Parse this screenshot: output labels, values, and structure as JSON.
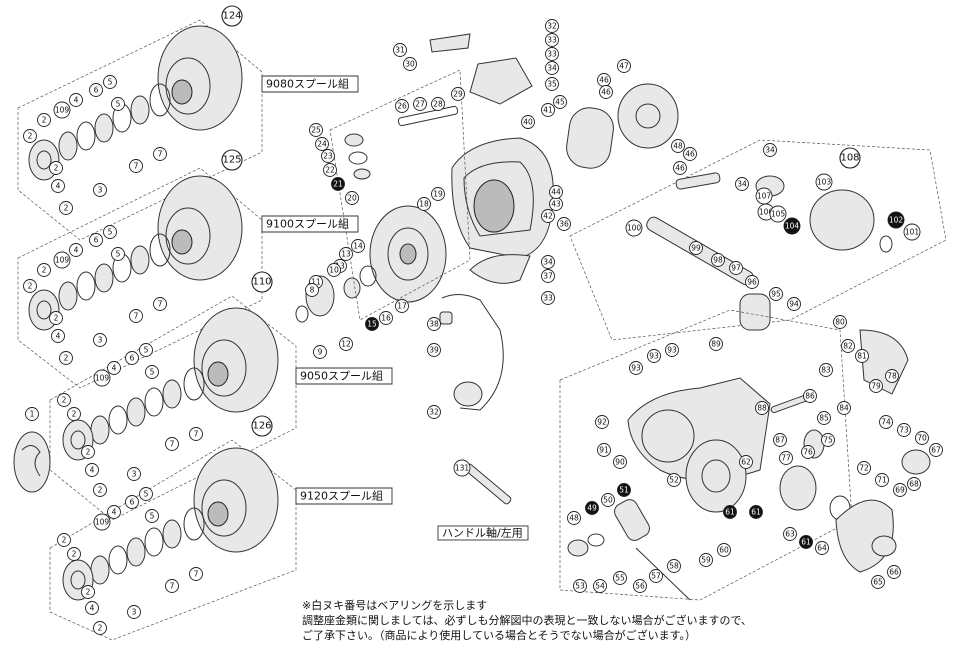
{
  "assembly_labels": {
    "spool_9080": "9080スプール組",
    "spool_9100": "9100スプール組",
    "spool_9050": "9050スプール組",
    "spool_9120": "9120スプール組",
    "handle_shaft": "ハンドル軸/左用"
  },
  "group_numbers": {
    "g124": "124",
    "g125": "125",
    "g110": "110",
    "g126": "126",
    "g108": "108"
  },
  "part_numbers": {
    "p1": "1",
    "p2": "2",
    "p3": "3",
    "p4": "4",
    "p5": "5",
    "p6": "6",
    "p7": "7",
    "p8": "8",
    "p9": "9",
    "p10": "10",
    "p11": "11",
    "p12": "12",
    "p13": "13",
    "p14": "14",
    "p15": "15",
    "p16": "16",
    "p17": "17",
    "p18": "18",
    "p19": "19",
    "p20": "20",
    "p21": "21",
    "p22": "22",
    "p23": "23",
    "p24": "24",
    "p25": "25",
    "p26": "26",
    "p27": "27",
    "p28": "28",
    "p29": "29",
    "p30": "30",
    "p31": "31",
    "p32": "32",
    "p33": "33",
    "p34": "34",
    "p35": "35",
    "p36": "36",
    "p37": "37",
    "p38": "38",
    "p39": "39",
    "p40": "40",
    "p41": "41",
    "p42": "42",
    "p43": "43",
    "p44": "44",
    "p45": "45",
    "p46": "46",
    "p47": "47",
    "p48": "48",
    "p49": "49",
    "p50": "50",
    "p51": "51",
    "p52": "52",
    "p53": "53",
    "p54": "54",
    "p55": "55",
    "p56": "56",
    "p57": "57",
    "p58": "58",
    "p59": "59",
    "p60": "60",
    "p61": "61",
    "p62": "62",
    "p63": "63",
    "p64": "64",
    "p65": "65",
    "p66": "66",
    "p67": "67",
    "p68": "68",
    "p69": "69",
    "p70": "70",
    "p71": "71",
    "p72": "72",
    "p73": "73",
    "p74": "74",
    "p75": "75",
    "p76": "76",
    "p77": "77",
    "p78": "78",
    "p79": "79",
    "p80": "80",
    "p81": "81",
    "p82": "82",
    "p83": "83",
    "p84": "84",
    "p85": "85",
    "p86": "86",
    "p87": "87",
    "p88": "88",
    "p89": "89",
    "p90": "90",
    "p91": "91",
    "p92": "92",
    "p93": "93",
    "p94": "94",
    "p95": "95",
    "p96": "96",
    "p97": "97",
    "p98": "98",
    "p99": "99",
    "p100": "100",
    "p101": "101",
    "p102": "102",
    "p103": "103",
    "p104": "104",
    "p105": "105",
    "p106": "106",
    "p107": "107",
    "p109": "109",
    "p131": "131"
  },
  "notes": {
    "line1": "※白ヌキ番号はベアリングを示します",
    "line2": "調整座金類に関しましては、必ずしも分解図中の表現と一致しない場合がございますので、",
    "line3": "ご了承下さい。（商品により使用している場合とそうでない場合がございます。）"
  }
}
